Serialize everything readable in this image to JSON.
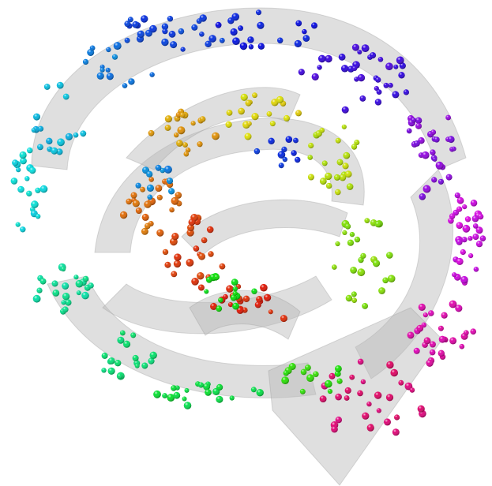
{
  "scene": {
    "background": "#ffffff",
    "band_color": "#b8b8b8",
    "band_edge_color": "#9a9a9a",
    "point_hue_order": [
      "red",
      "orange",
      "yellow",
      "green",
      "cyan",
      "blue",
      "purple",
      "magenta"
    ],
    "description_free": true
  }
}
